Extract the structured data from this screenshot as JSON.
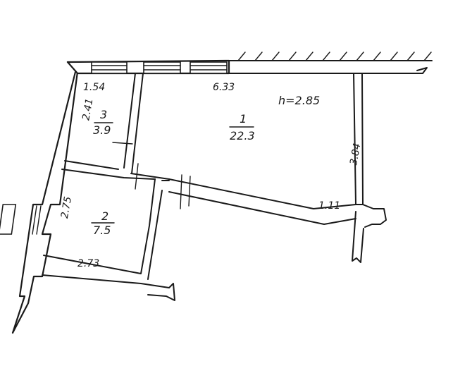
{
  "plan": {
    "height_label": "h=2.85",
    "rooms": [
      {
        "number": "1",
        "area": "22.3"
      },
      {
        "number": "2",
        "area": "7.5"
      },
      {
        "number": "3",
        "area": "3.9"
      }
    ],
    "dimensions": {
      "room3_width": "1.54",
      "room3_length": "2.41",
      "room1_width": "6.33",
      "room1_length": "3.84",
      "room1_corner": "1.11",
      "room2_length": "2.75",
      "room2_width": "2.73"
    }
  }
}
